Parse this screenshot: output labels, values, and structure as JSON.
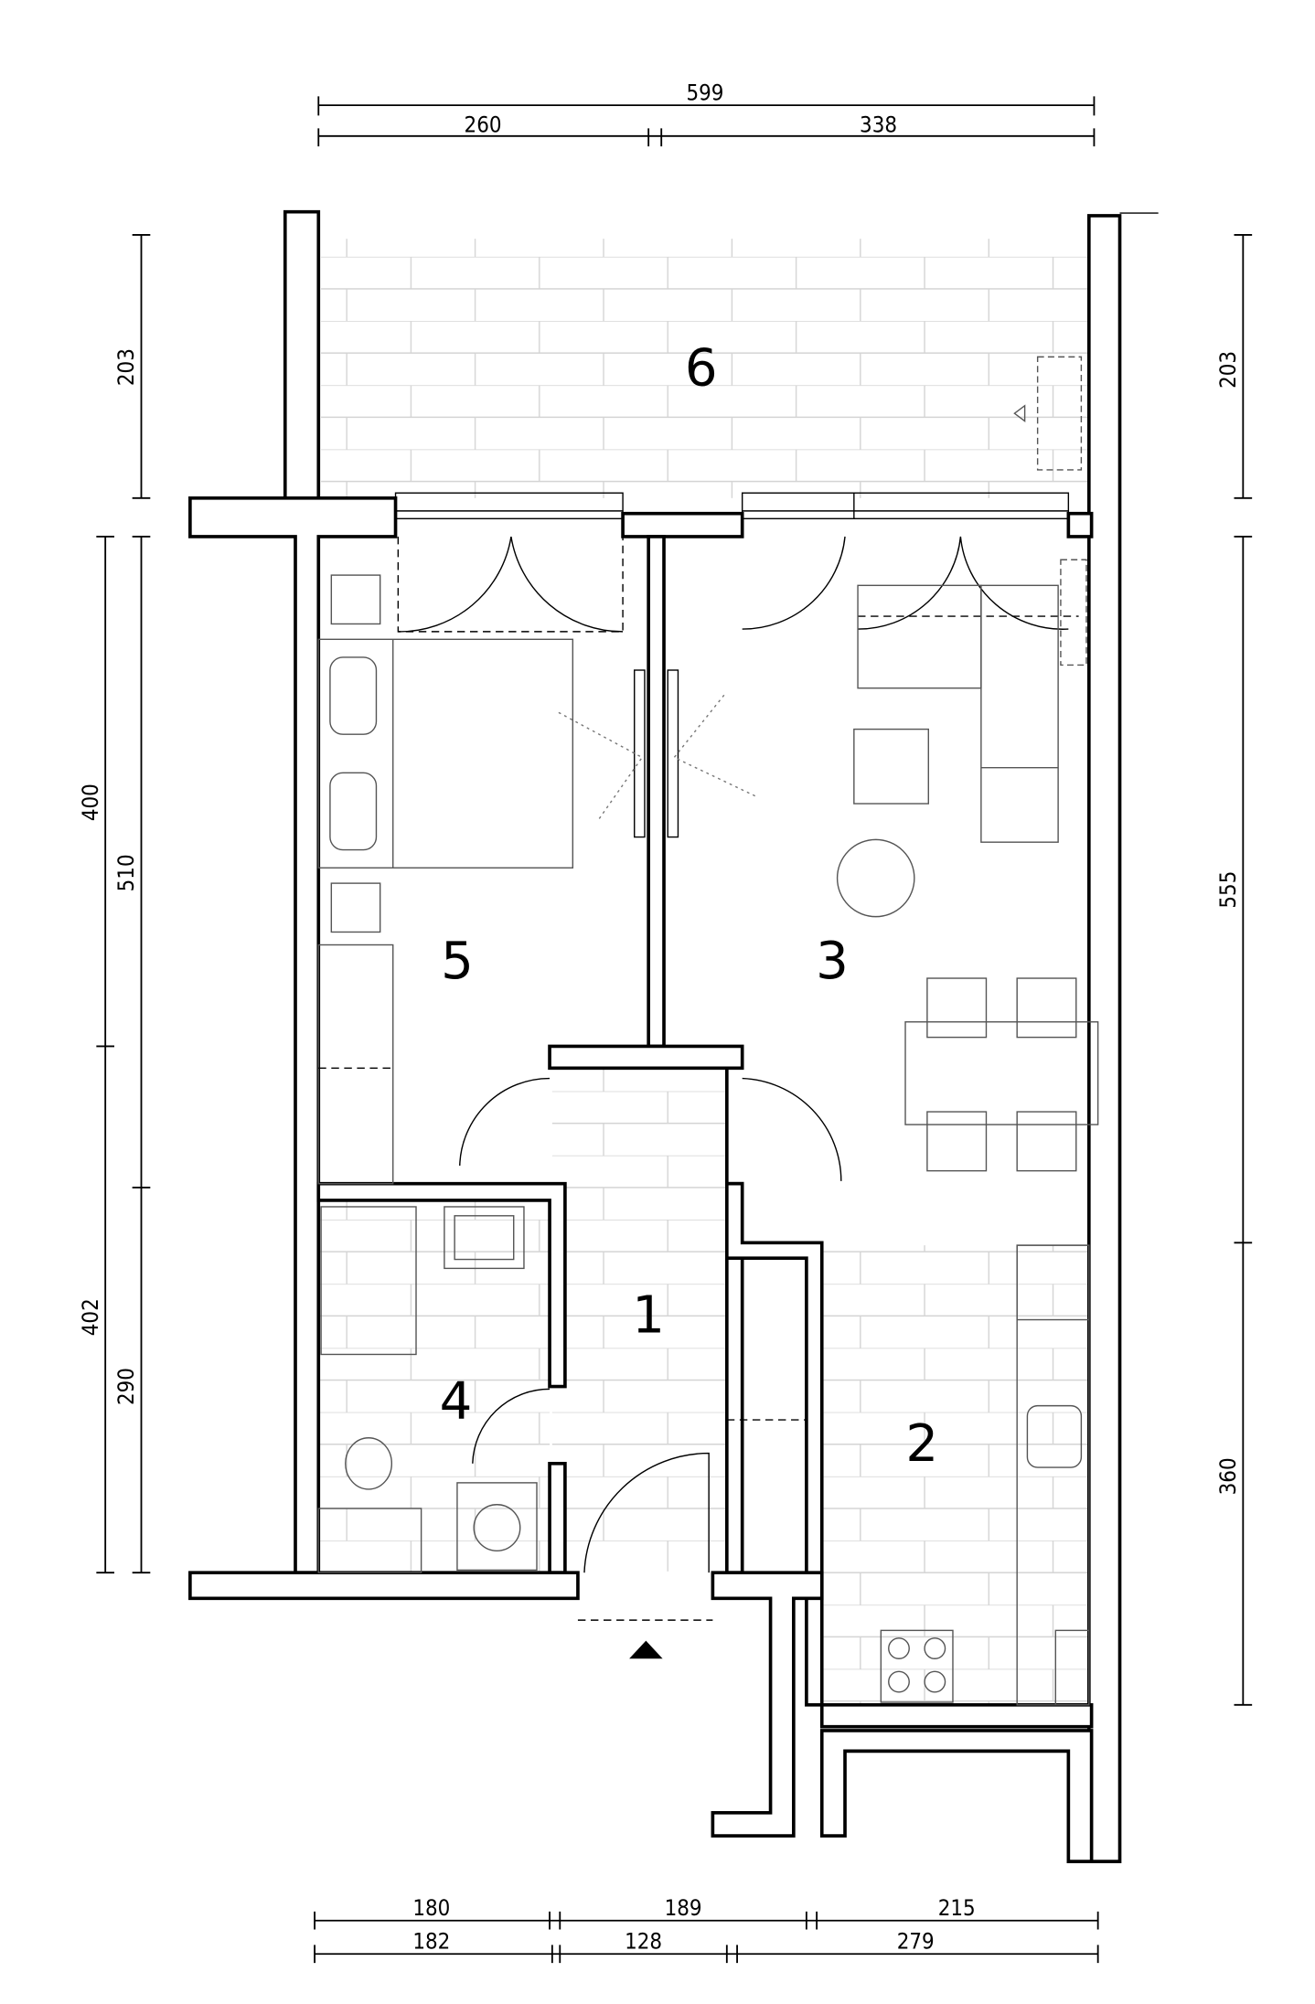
{
  "rooms": {
    "r1": "1",
    "r2": "2",
    "r3": "3",
    "r4": "4",
    "r5": "5",
    "r6": "6"
  },
  "dimensions": {
    "top": {
      "total": "599",
      "left": "260",
      "right": "338"
    },
    "left": {
      "balcony": "203",
      "upper_outer": "400",
      "upper_inner": "510",
      "lower_outer": "402",
      "lower_inner": "290"
    },
    "right": {
      "balcony": "203",
      "main": "555",
      "kitchen": "360"
    },
    "bottom": {
      "row1_a": "180",
      "row1_b": "189",
      "row1_c": "215",
      "row2_a": "182",
      "row2_b": "128",
      "row2_c": "279"
    }
  },
  "icons": {
    "entrance": "entrance-arrow-icon"
  }
}
